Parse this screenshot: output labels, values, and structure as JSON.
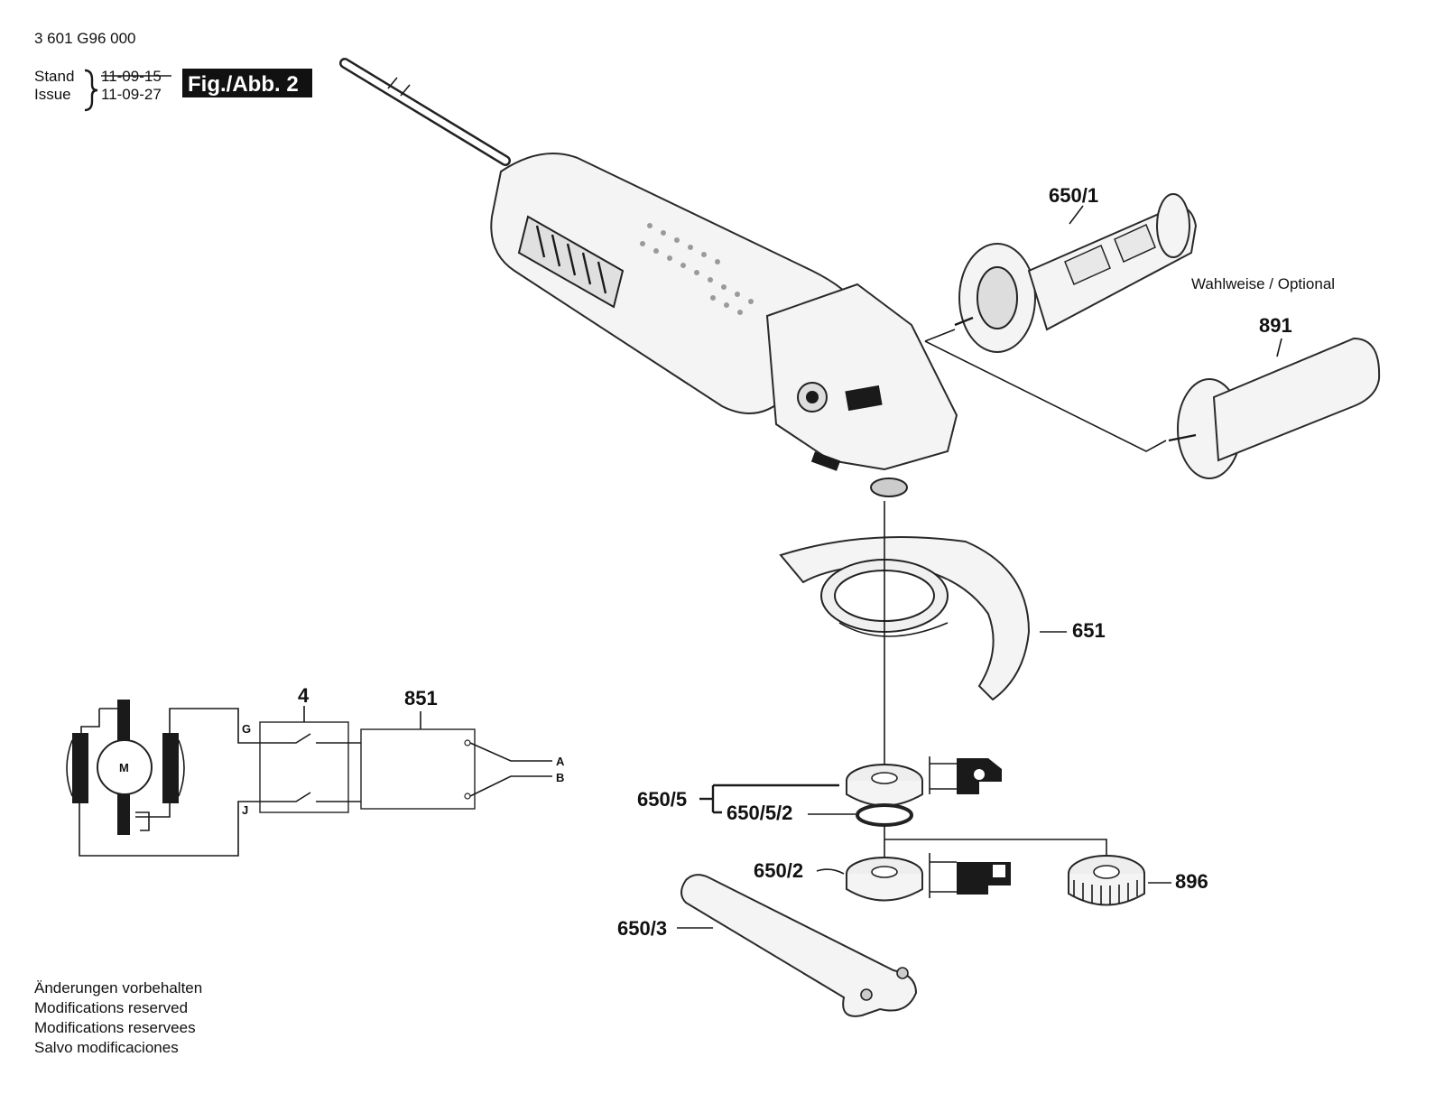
{
  "header": {
    "doc_number": "3 601 G96 000",
    "stand_label": "Stand",
    "issue_label": "Issue",
    "stand_date": "11-09-15",
    "issue_date": "11-09-27",
    "figure_label": "Fig./Abb. 2"
  },
  "parts": {
    "p650_1": "650/1",
    "p891": "891",
    "optional": "Wahlweise / Optional",
    "p651": "651",
    "p650_5": "650/5",
    "p650_5_2": "650/5/2",
    "p650_2": "650/2",
    "p896": "896",
    "p650_3": "650/3"
  },
  "wiring": {
    "switch_ref": "4",
    "module_ref": "851",
    "motor": "M",
    "terminal_g": "G",
    "terminal_j": "J",
    "terminal_a": "A",
    "terminal_b": "B"
  },
  "footer": {
    "line1": "Änderungen vorbehalten",
    "line2": "Modifications reserved",
    "line3": "Modifications reservees",
    "line4": "Salvo modificaciones"
  }
}
